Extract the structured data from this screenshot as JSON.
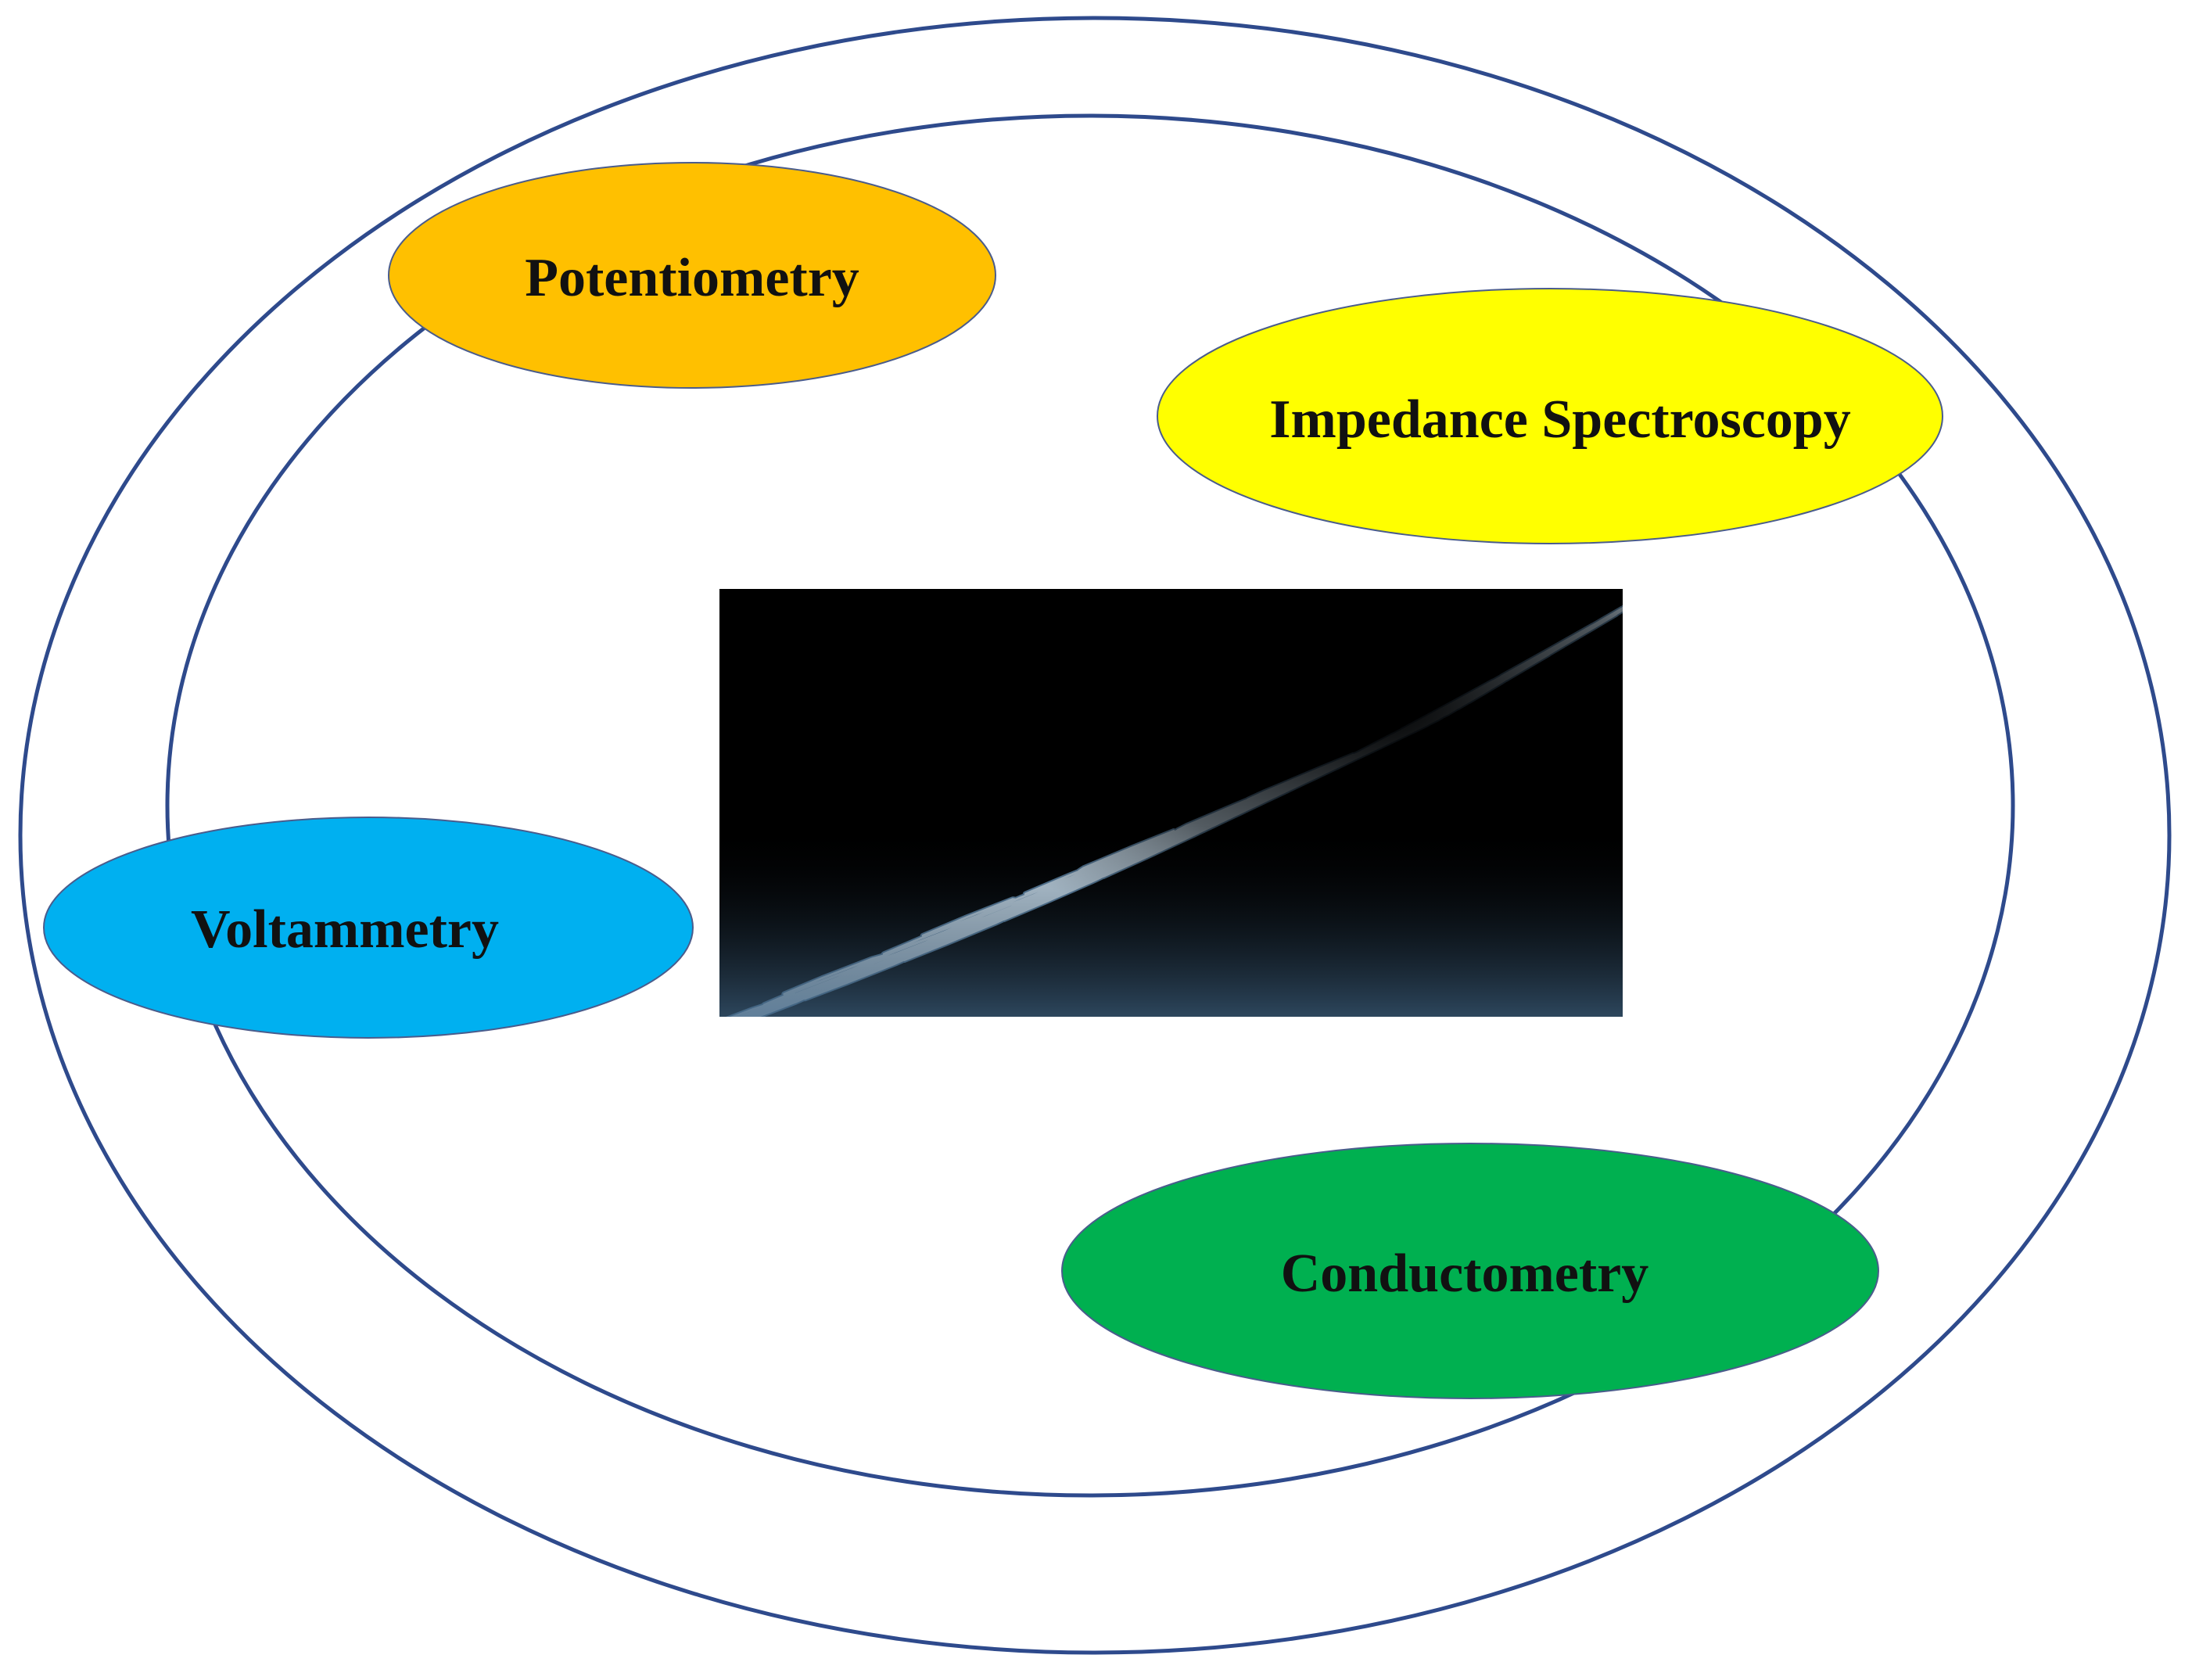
{
  "colors": {
    "ring_stroke": "#2E4A8C",
    "potentiometry_fill": "#FFC000",
    "impedance_fill": "#FFFF00",
    "voltammetry_fill": "#00B0F0",
    "conductometry_fill": "#00B050",
    "bubble_stroke": "#4A5C8C",
    "nanotube_background": "#000000",
    "nanotube_lattice": "#9FC3E0"
  },
  "center_image": {
    "icon": "carbon-nanotube-lattice-image"
  },
  "methods": [
    {
      "label": "Potentiometry"
    },
    {
      "label": "Impedance Spectroscopy"
    },
    {
      "label": "Voltammetry"
    },
    {
      "label": "Conductometry"
    }
  ]
}
